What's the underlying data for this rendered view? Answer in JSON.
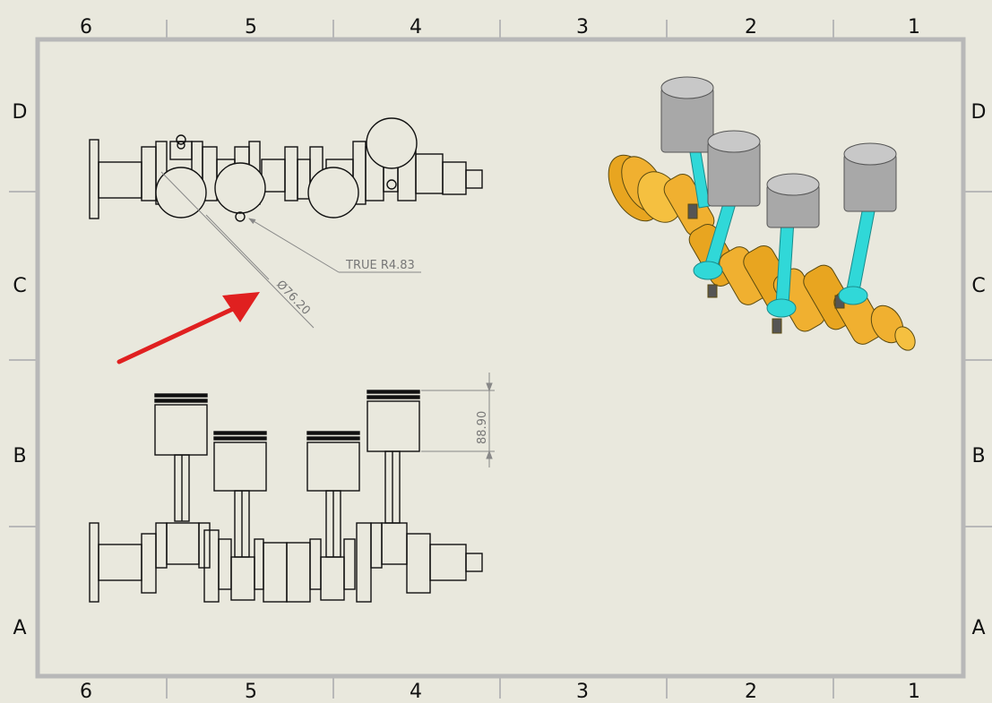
{
  "sheet": {
    "top_zones": [
      "6",
      "5",
      "4",
      "3",
      "2",
      "1"
    ],
    "bottom_zones": [
      "6",
      "5",
      "4",
      "3",
      "2",
      "1"
    ],
    "left_zones": [
      "D",
      "C",
      "B",
      "A"
    ],
    "right_zones": [
      "D",
      "C",
      "B",
      "A"
    ],
    "background_color": "#e9e8dd",
    "border_color": "#b8b8b8"
  },
  "annotations": {
    "diameter": "Ø76.20",
    "true_radius": "TRUE R4.83",
    "height_dim": "88.90"
  },
  "highlight": {
    "arrow_color": "#e02020"
  },
  "isometric_view": {
    "crank_color": "#f0b030",
    "rod_color": "#30d8d8",
    "piston_color": "#a8a8a8"
  }
}
